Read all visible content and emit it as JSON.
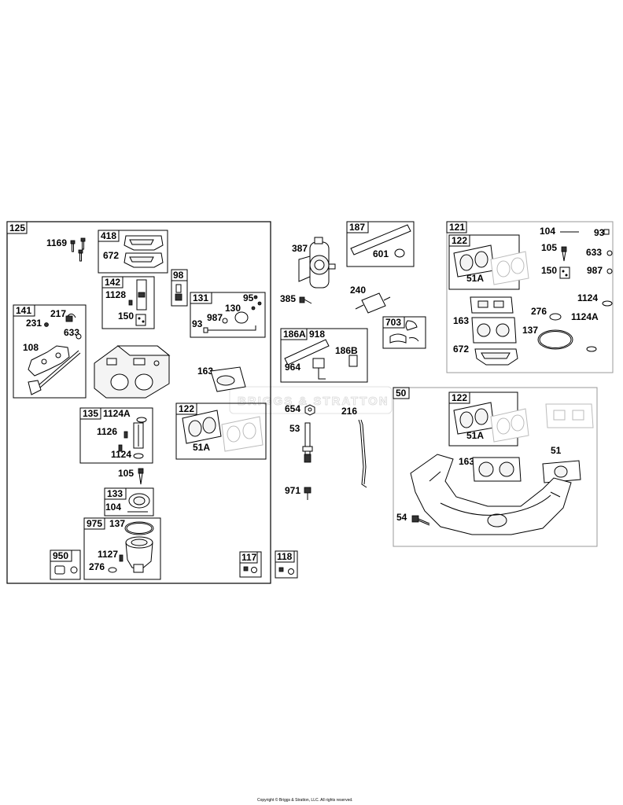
{
  "labels": {
    "g125": "125",
    "p1169": "1169",
    "g418": "418",
    "p672a": "672",
    "g142": "142",
    "p1128": "1128",
    "p150a": "150",
    "g98": "98",
    "g131": "131",
    "p95a": "95",
    "p130": "130",
    "p987a": "987",
    "p93a": "93",
    "g141": "141",
    "p217": "217",
    "p231": "231",
    "p633a": "633",
    "p108": "108",
    "p163a": "163",
    "g135": "135",
    "p1124Aa": "1124A",
    "p1126": "1126",
    "p1124a": "1124",
    "g122a": "122",
    "p51Aa": "51A",
    "p105a": "105",
    "g133": "133",
    "p104a": "104",
    "g975": "975",
    "p137a": "137",
    "p1127": "1127",
    "p276a": "276",
    "g950": "950",
    "g117": "117",
    "g118": "118",
    "p387": "387",
    "p385": "385",
    "g187": "187",
    "p601": "601",
    "p240": "240",
    "g186A": "186A",
    "p918": "918",
    "p186B": "186B",
    "p964": "964",
    "g703": "703",
    "p654": "654",
    "p216": "216",
    "p53": "53",
    "p971": "971",
    "g121": "121",
    "g122b": "122",
    "p51Ab": "51A",
    "p104b": "104",
    "p93b": "93",
    "p105b": "105",
    "p633b": "633",
    "p150b": "150",
    "p987b": "987",
    "p1124b": "1124",
    "p276b": "276",
    "p1124Ab": "1124A",
    "p163b": "163",
    "p137b": "137",
    "p672b": "672",
    "g50": "50",
    "g122c": "122",
    "p51Ac": "51A",
    "p163c": "163",
    "p51": "51",
    "p54": "54"
  },
  "watermark": "BRIGGS & STRATTON",
  "copyright": "Copyright © Briggs & Stratton, LLC. All rights reserved."
}
